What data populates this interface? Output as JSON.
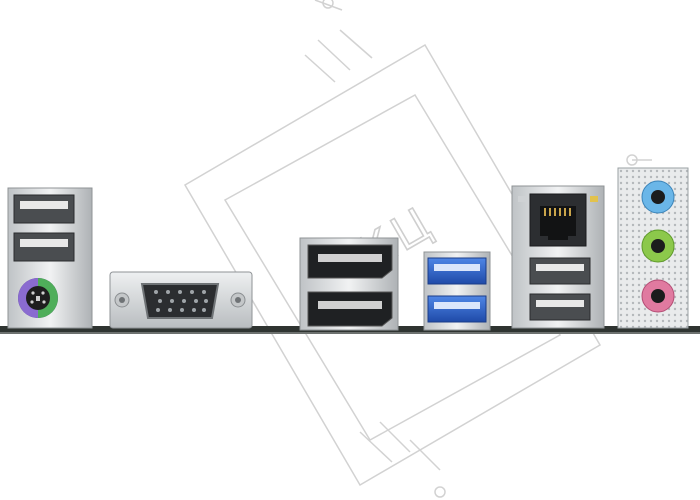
{
  "watermark": {
    "text": "ВКЦ"
  },
  "colors": {
    "background": "#ffffff",
    "pcb": "#2f3431",
    "metal": "#d9dbdc",
    "ps2_port": "#8a6bd0",
    "ps2_green": "#4fae5a",
    "usb3_blue": "#2f62c8",
    "audio_line_in": "#6ab6e8",
    "audio_line_out": "#8cc84b",
    "audio_mic": "#e07aa0",
    "watermark": "#cfcfcf"
  },
  "ports": [
    {
      "name": "usb-2-0-stack-left",
      "icon": "usb-icon"
    },
    {
      "name": "ps2-combo-port",
      "icon": "ps2-icon"
    },
    {
      "name": "vga-port",
      "icon": "vga-icon"
    },
    {
      "name": "displayport-stack",
      "icon": "displayport-icon"
    },
    {
      "name": "usb-3-0-stack",
      "icon": "usb3-icon"
    },
    {
      "name": "ethernet-port",
      "icon": "ethernet-icon"
    },
    {
      "name": "usb-2-0-stack-right",
      "icon": "usb-icon"
    },
    {
      "name": "audio-jacks",
      "icon": "audio-jack-icon"
    }
  ]
}
